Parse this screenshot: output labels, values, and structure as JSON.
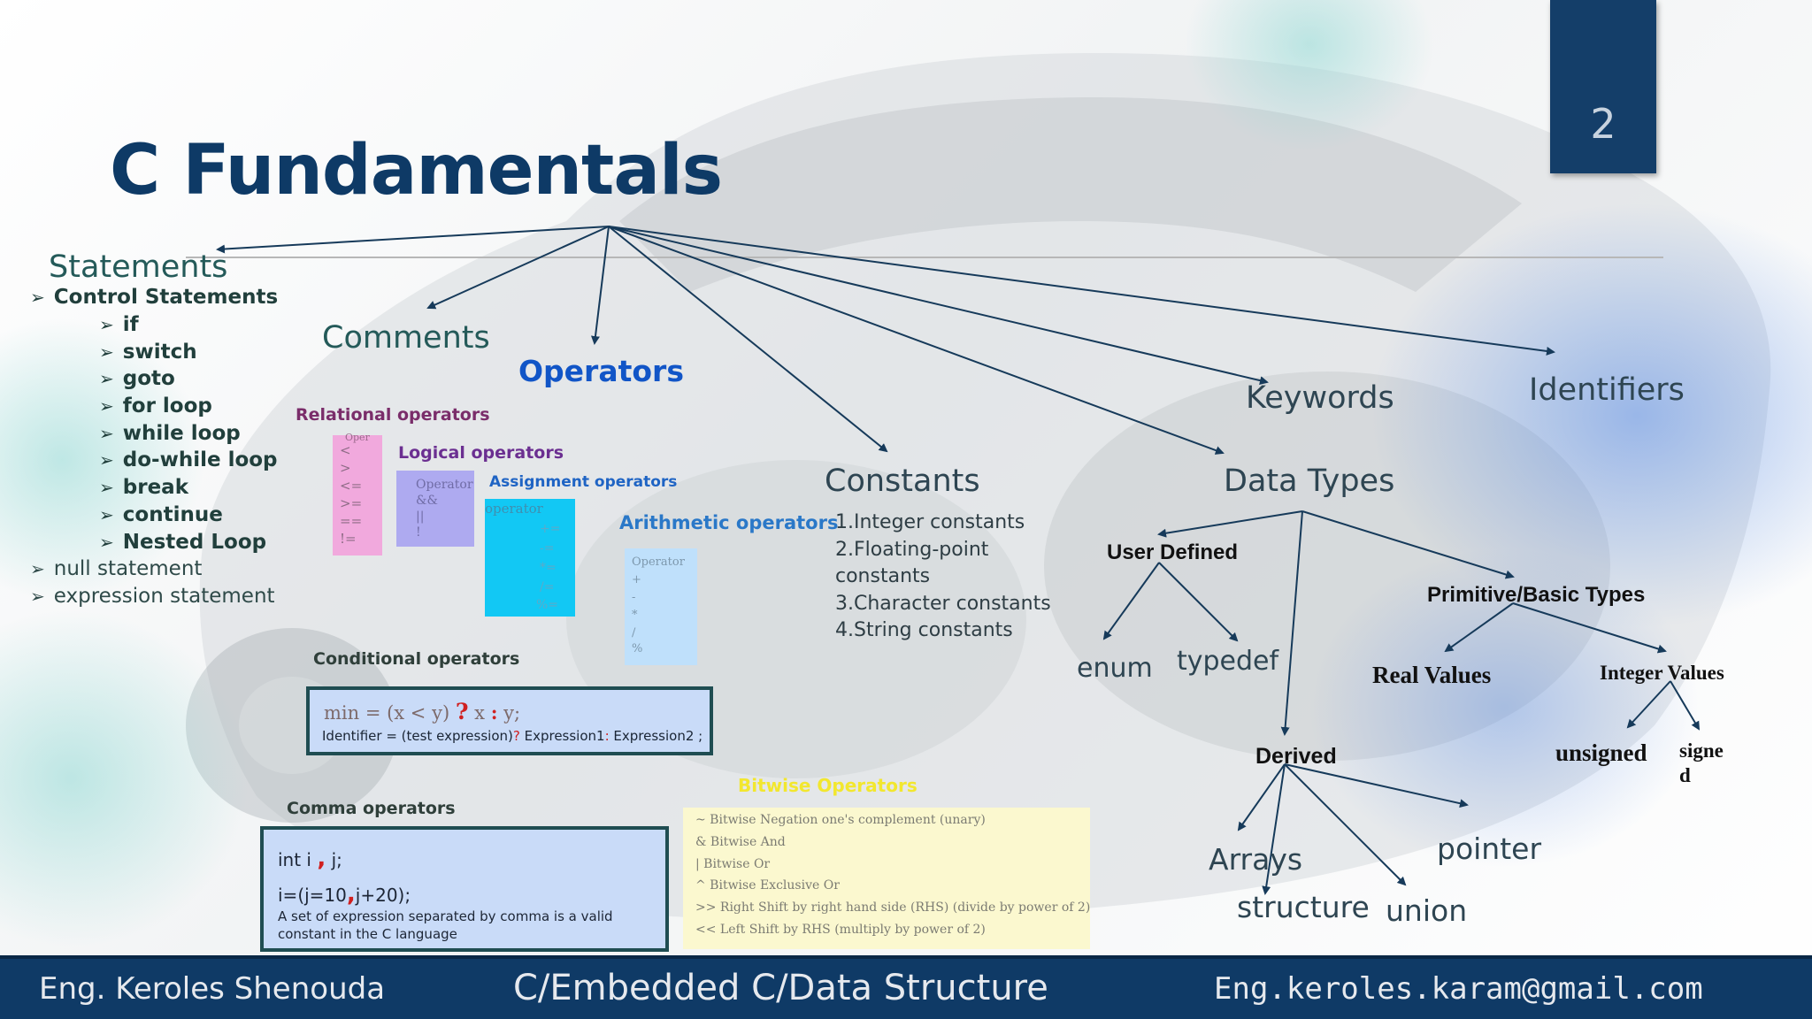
{
  "slide_number": "2",
  "title": "C Fundamentals",
  "statements": {
    "heading": "Statements",
    "items": [
      {
        "label": "Control Statements",
        "level": 1
      },
      {
        "label": "if",
        "level": 2
      },
      {
        "label": "switch",
        "level": 2
      },
      {
        "label": "goto",
        "level": 2
      },
      {
        "label": "for loop",
        "level": 2
      },
      {
        "label": "while loop",
        "level": 2
      },
      {
        "label": "do-while loop",
        "level": 2
      },
      {
        "label": "break",
        "level": 2
      },
      {
        "label": "continue",
        "level": 2
      },
      {
        "label": "Nested Loop",
        "level": 2
      },
      {
        "label": "null statement",
        "level": 1
      },
      {
        "label": "expression statement",
        "level": 1
      }
    ]
  },
  "comments": "Comments",
  "operators": {
    "heading": "Operators",
    "relational": {
      "title": "Relational operators",
      "header": "Oper",
      "items": [
        "<",
        ">",
        "<=",
        ">=",
        "==",
        "!="
      ]
    },
    "logical": {
      "title": "Logical operators",
      "header": "Operator",
      "items": [
        "&&",
        "||",
        "!"
      ]
    },
    "assignment": {
      "title": "Assignment operators",
      "header": "operator",
      "items": [
        "+=",
        "-=",
        "*=",
        "/=",
        "%="
      ]
    },
    "arithmetic": {
      "title": "Arithmetic operators",
      "header": "Operator",
      "items": [
        "+",
        "-",
        "*",
        "/",
        "%"
      ]
    },
    "conditional": {
      "title": "Conditional operators",
      "line1": {
        "a": "min = (x < y) ",
        "q": "?",
        "b": " x ",
        "c": ":",
        "d": " y;"
      },
      "line2": {
        "a": "Identifier = (test expression)",
        "q": "?",
        "b": " Expression1",
        "c": ":",
        "d": " Expression2 ;"
      }
    },
    "comma": {
      "title": "Comma operators",
      "line1": {
        "a": "int i ",
        "c": ",",
        "b": " j;"
      },
      "line2": {
        "a": "i=(j=10",
        "c": ",",
        "b": "j+20);"
      },
      "note": "A set of expression separated by comma is a valid constant in the C language"
    },
    "bitwise": {
      "title": "Bitwise Operators",
      "items": [
        "~   Bitwise Negation one's complement (unary)",
        "&   Bitwise And",
        "|   Bitwise Or",
        "^   Bitwise Exclusive Or",
        ">> Right Shift by right hand side (RHS) (divide by power of 2)",
        "<< Left Shift by RHS (multiply by power of 2)"
      ]
    }
  },
  "constants": {
    "heading": "Constants",
    "items": [
      "1.Integer constants",
      "2.Floating-point constants",
      "3.Character constants",
      "4.String constants"
    ]
  },
  "keywords": "Keywords",
  "identifiers": "Identifiers",
  "data_types": {
    "heading": "Data Types",
    "user_defined": {
      "label": "User Defined",
      "children": [
        "enum",
        "typedef"
      ]
    },
    "primitive": {
      "label": "Primitive/Basic Types",
      "real": "Real Values",
      "integer": "Integer Values",
      "integer_children": [
        "unsigned",
        "signe",
        "d"
      ]
    },
    "derived": {
      "label": "Derived",
      "children": [
        "Arrays",
        "pointer",
        "structure",
        "union"
      ]
    }
  },
  "footer": {
    "left": "Eng. Keroles Shenouda",
    "center": "C/Embedded C/Data Structure",
    "right": "Eng.keroles.karam@gmail.com"
  },
  "colors": {
    "title": "#0e3a66",
    "operators": "#1155c7",
    "relational": "#7a2d6a",
    "logical": "#6b2f91",
    "assignment": "#1f64c4",
    "arithmetic": "#2a78c8",
    "bitwise_title": "#f2e72e",
    "arrow": "#163a5a",
    "footer": "#0f3a66"
  }
}
